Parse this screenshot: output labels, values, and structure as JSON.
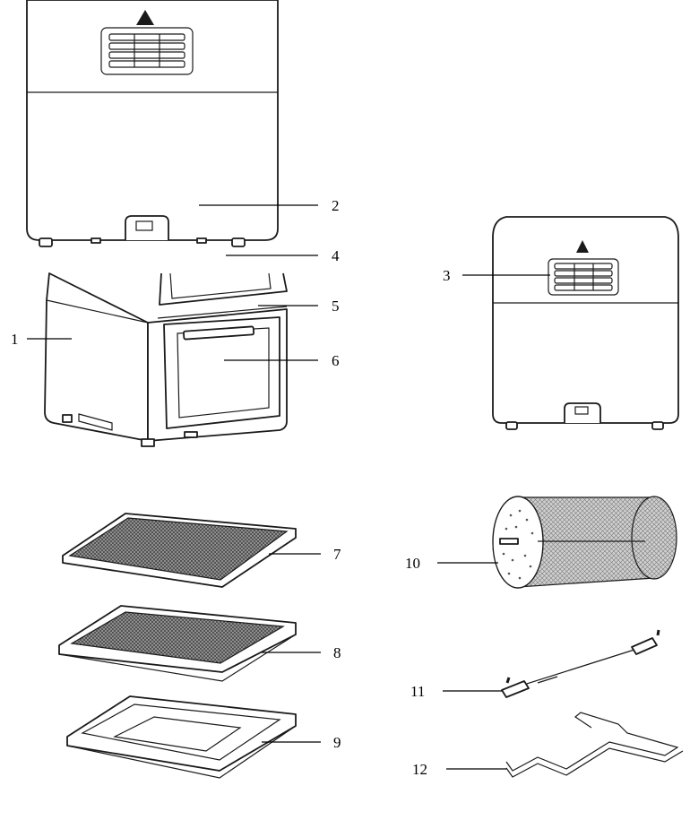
{
  "callouts": [
    {
      "id": "1",
      "label": "1"
    },
    {
      "id": "2",
      "label": "2"
    },
    {
      "id": "3",
      "label": "3"
    },
    {
      "id": "4",
      "label": "4"
    },
    {
      "id": "5",
      "label": "5"
    },
    {
      "id": "6",
      "label": "6"
    },
    {
      "id": "7",
      "label": "7"
    },
    {
      "id": "8",
      "label": "8"
    },
    {
      "id": "9",
      "label": "9"
    },
    {
      "id": "10",
      "label": "10"
    },
    {
      "id": "11",
      "label": "11"
    },
    {
      "id": "12",
      "label": "12"
    }
  ],
  "colors": {
    "line": "#1a1a1a",
    "mesh": "#777777",
    "background": "#ffffff"
  }
}
